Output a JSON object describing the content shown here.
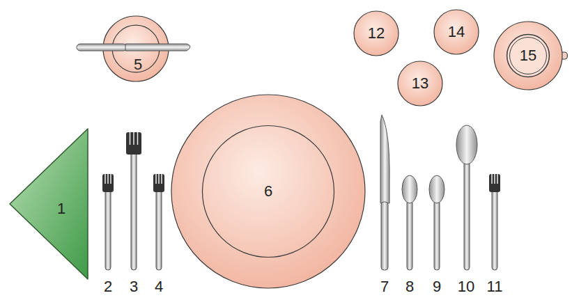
{
  "diagram": {
    "nodes": [
      {
        "text": [
          "1"
        ]
      },
      {
        "text": [
          "5"
        ]
      },
      {
        "text": [
          "6"
        ]
      },
      {
        "text": [
          "12"
        ]
      },
      {
        "text": [
          "13"
        ]
      },
      {
        "text": [
          "14"
        ]
      },
      {
        "text": [
          "15"
        ]
      }
    ],
    "labels": [
      "2",
      "3",
      "4",
      "7",
      "8",
      "9",
      "10",
      "11"
    ]
  }
}
